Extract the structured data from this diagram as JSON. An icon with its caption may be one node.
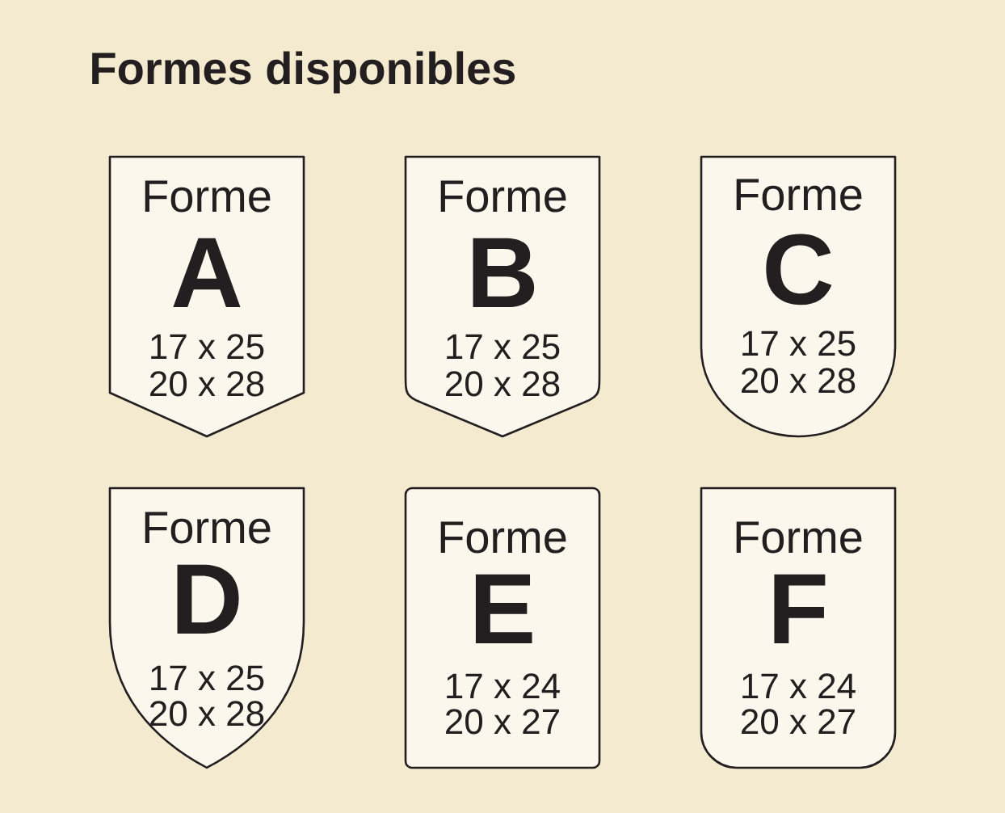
{
  "diagram": {
    "title": "Formes disponibles",
    "nodes": [
      {
        "text": [
          "Forme",
          "A",
          "17 x 25",
          "20 x 28"
        ]
      },
      {
        "text": [
          "Forme",
          "B",
          "17 x 25",
          "20 x 28"
        ]
      },
      {
        "text": [
          "Forme",
          "C",
          "17 x 25",
          "20 x 28"
        ]
      },
      {
        "text": [
          "Forme",
          "D",
          "17 x 25",
          "20 x 28"
        ]
      },
      {
        "text": [
          "Forme",
          "E",
          "17 x 24",
          "20 x 27"
        ]
      },
      {
        "text": [
          "Forme",
          "F",
          "17 x 24",
          "20 x 27"
        ]
      }
    ]
  }
}
